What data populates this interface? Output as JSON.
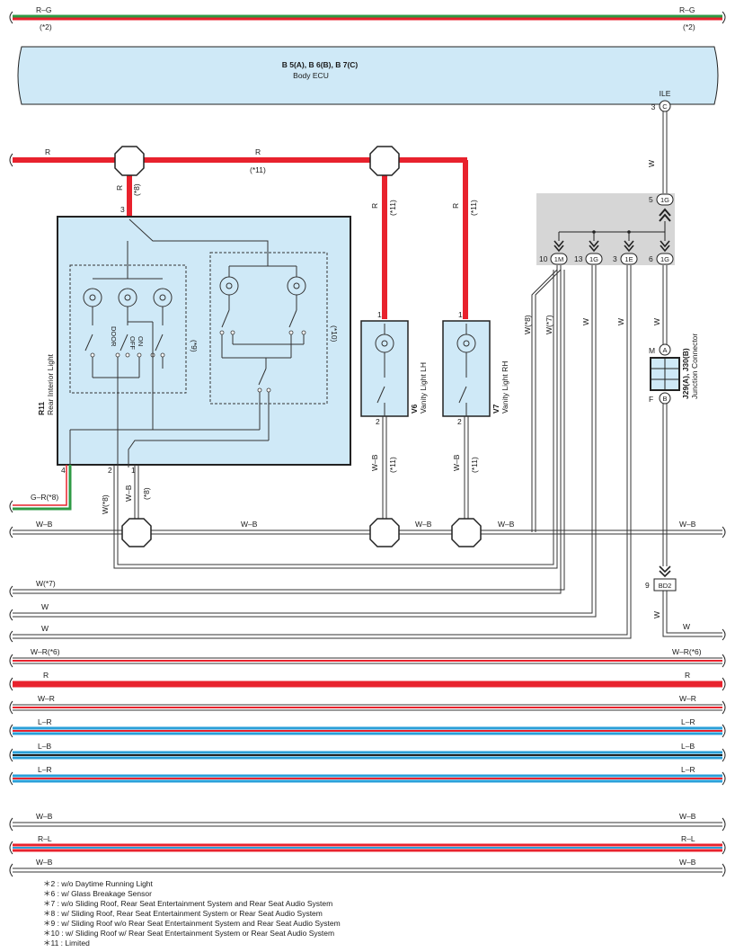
{
  "colors": {
    "red": "#e8222d",
    "green": "#2e9a44",
    "blue": "#2a9fd8",
    "ecu_fill": "#cfe9f7",
    "connector_fill": "#d6d6d6"
  },
  "bus_top": {
    "left_label": "R–G",
    "right_label": "R–G",
    "note_left": "(*2)",
    "note_right": "(*2)"
  },
  "ecu": {
    "title": "B 5(A), B 6(B), B 7(C)",
    "subtitle": "Body ECU",
    "pin_label": "ILE",
    "pin": "3",
    "pin_letter": "C"
  },
  "wires": {
    "r_left": "R",
    "r_mid": "R",
    "r_mid_note": "(*11)",
    "r_drop": "R",
    "r_drop_note": "(*8)",
    "r_v6": "R",
    "r_v6_note": "(*11)",
    "r_v7": "R",
    "r_v7_note": "(*11)",
    "w_ile": "W",
    "wb_v6": "W–B",
    "wb_v6_note": "(*11)",
    "wb_v7": "W–B",
    "wb_v7_note": "(*11)",
    "w8_drop": "W(*8)",
    "wb_drop": "W–B",
    "wb_drop_note": "(*8)",
    "gr_label": "G–R(*8)",
    "w8_right": "W(*8)",
    "w7_right": "W(*7)",
    "w_1g": "W",
    "w_1e": "W",
    "w_6": "W",
    "w_bd2": "W"
  },
  "r11": {
    "code": "R11",
    "name": "Rear Interior Light",
    "pin_top": "3",
    "pin_4": "4",
    "pin_2": "2",
    "pin_1": "1",
    "sw_labels": [
      "DOOR",
      "OFF",
      "ON"
    ],
    "note9": "(*9)",
    "note10": "(*10)"
  },
  "v6": {
    "code": "V6",
    "name": "Vanity Light LH",
    "pin_top": "1",
    "pin_bottom": "2"
  },
  "v7": {
    "code": "V7",
    "name": "Vanity Light RH",
    "pin_top": "1",
    "pin_bottom": "2"
  },
  "jconn": {
    "top_pin": "5",
    "top_code": "1G",
    "bottom": [
      {
        "pin": "10",
        "code": "1M"
      },
      {
        "pin": "13",
        "code": "1G"
      },
      {
        "pin": "3",
        "code": "1E"
      },
      {
        "pin": "6",
        "code": "1G"
      }
    ]
  },
  "junction": {
    "code": "J29(A), J30(B)",
    "name": "Junction Connector",
    "pin_top": "M",
    "letter_top": "A",
    "pin_bottom": "F",
    "letter_bottom": "B"
  },
  "bd2": {
    "pin": "9",
    "code": "BD2"
  },
  "buses": [
    {
      "left": "W–B",
      "mid": "W–B",
      "mid2": "W–B",
      "mid3": "W–B",
      "right": "W–B"
    },
    {
      "left": "W(*7)"
    },
    {
      "left": "W"
    },
    {
      "left": "W",
      "right": "W"
    },
    {
      "left": "W–R(*6)",
      "right": "W–R(*6)"
    },
    {
      "left": "R",
      "right": "R"
    },
    {
      "left": "W–R",
      "right": "W–R"
    },
    {
      "left": "L–R",
      "right": "L–R"
    },
    {
      "left": "L–B",
      "right": "L–B"
    },
    {
      "left": "L–R",
      "right": "L–R"
    },
    {
      "left": "W–B",
      "right": "W–B"
    },
    {
      "left": "R–L",
      "right": "R–L"
    },
    {
      "left": "W–B",
      "right": "W–B"
    }
  ],
  "footnotes": [
    "＊2 : w/o Daytime Running Light",
    "＊6 : w/ Glass Breakage Sensor",
    "＊7 : w/o Sliding Roof,  Rear Seat Entertainment System and Rear Seat Audio System",
    "＊8 : w/ Sliding Roof,  Rear Seat Entertainment System or Rear Seat Audio System",
    "＊9 : w/ Sliding Roof w/o Rear Seat Entertainment System and Rear Seat Audio System",
    "＊10 : w/ Sliding Roof w/ Rear Seat Entertainment System or Rear Seat Audio System",
    "＊11 : Limited"
  ]
}
